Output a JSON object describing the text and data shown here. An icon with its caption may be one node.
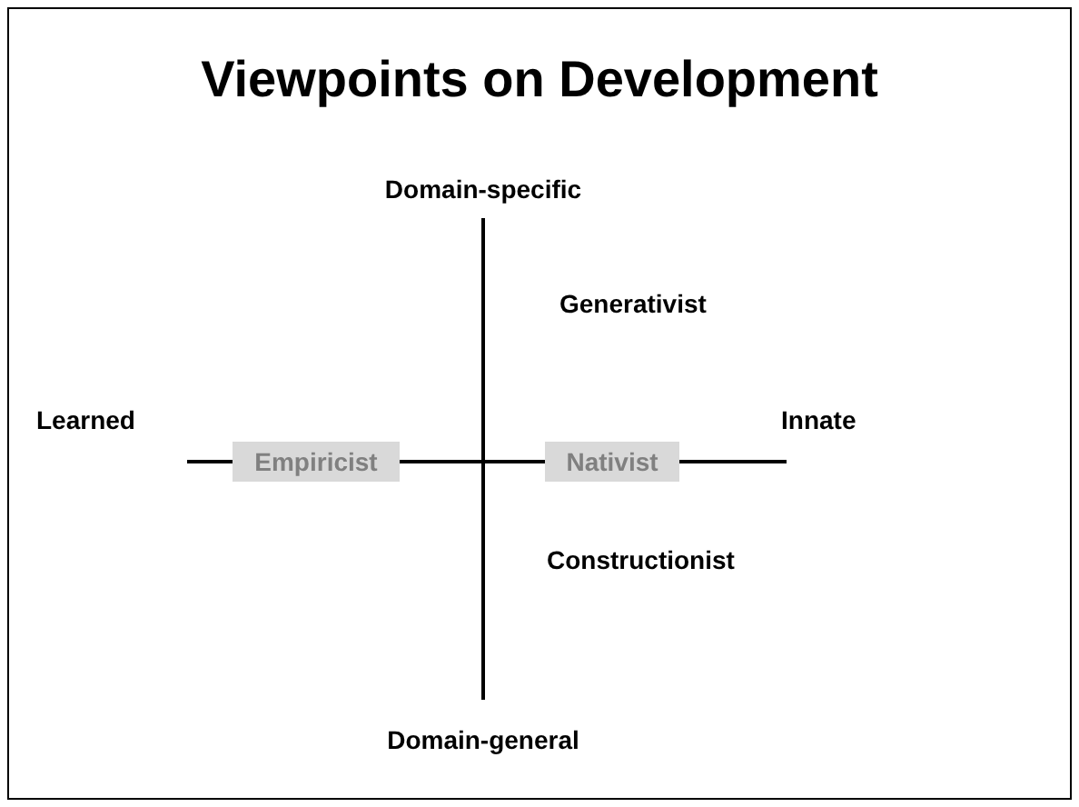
{
  "diagram": {
    "title": "Viewpoints on Development",
    "nodes": [
      {
        "text": [
          "Empiricist"
        ]
      },
      {
        "text": [
          "Nativist"
        ]
      }
    ],
    "labels": [
      "Domain-specific",
      "Generativist",
      "Learned",
      "Innate",
      "Constructionist",
      "Domain-general"
    ]
  }
}
